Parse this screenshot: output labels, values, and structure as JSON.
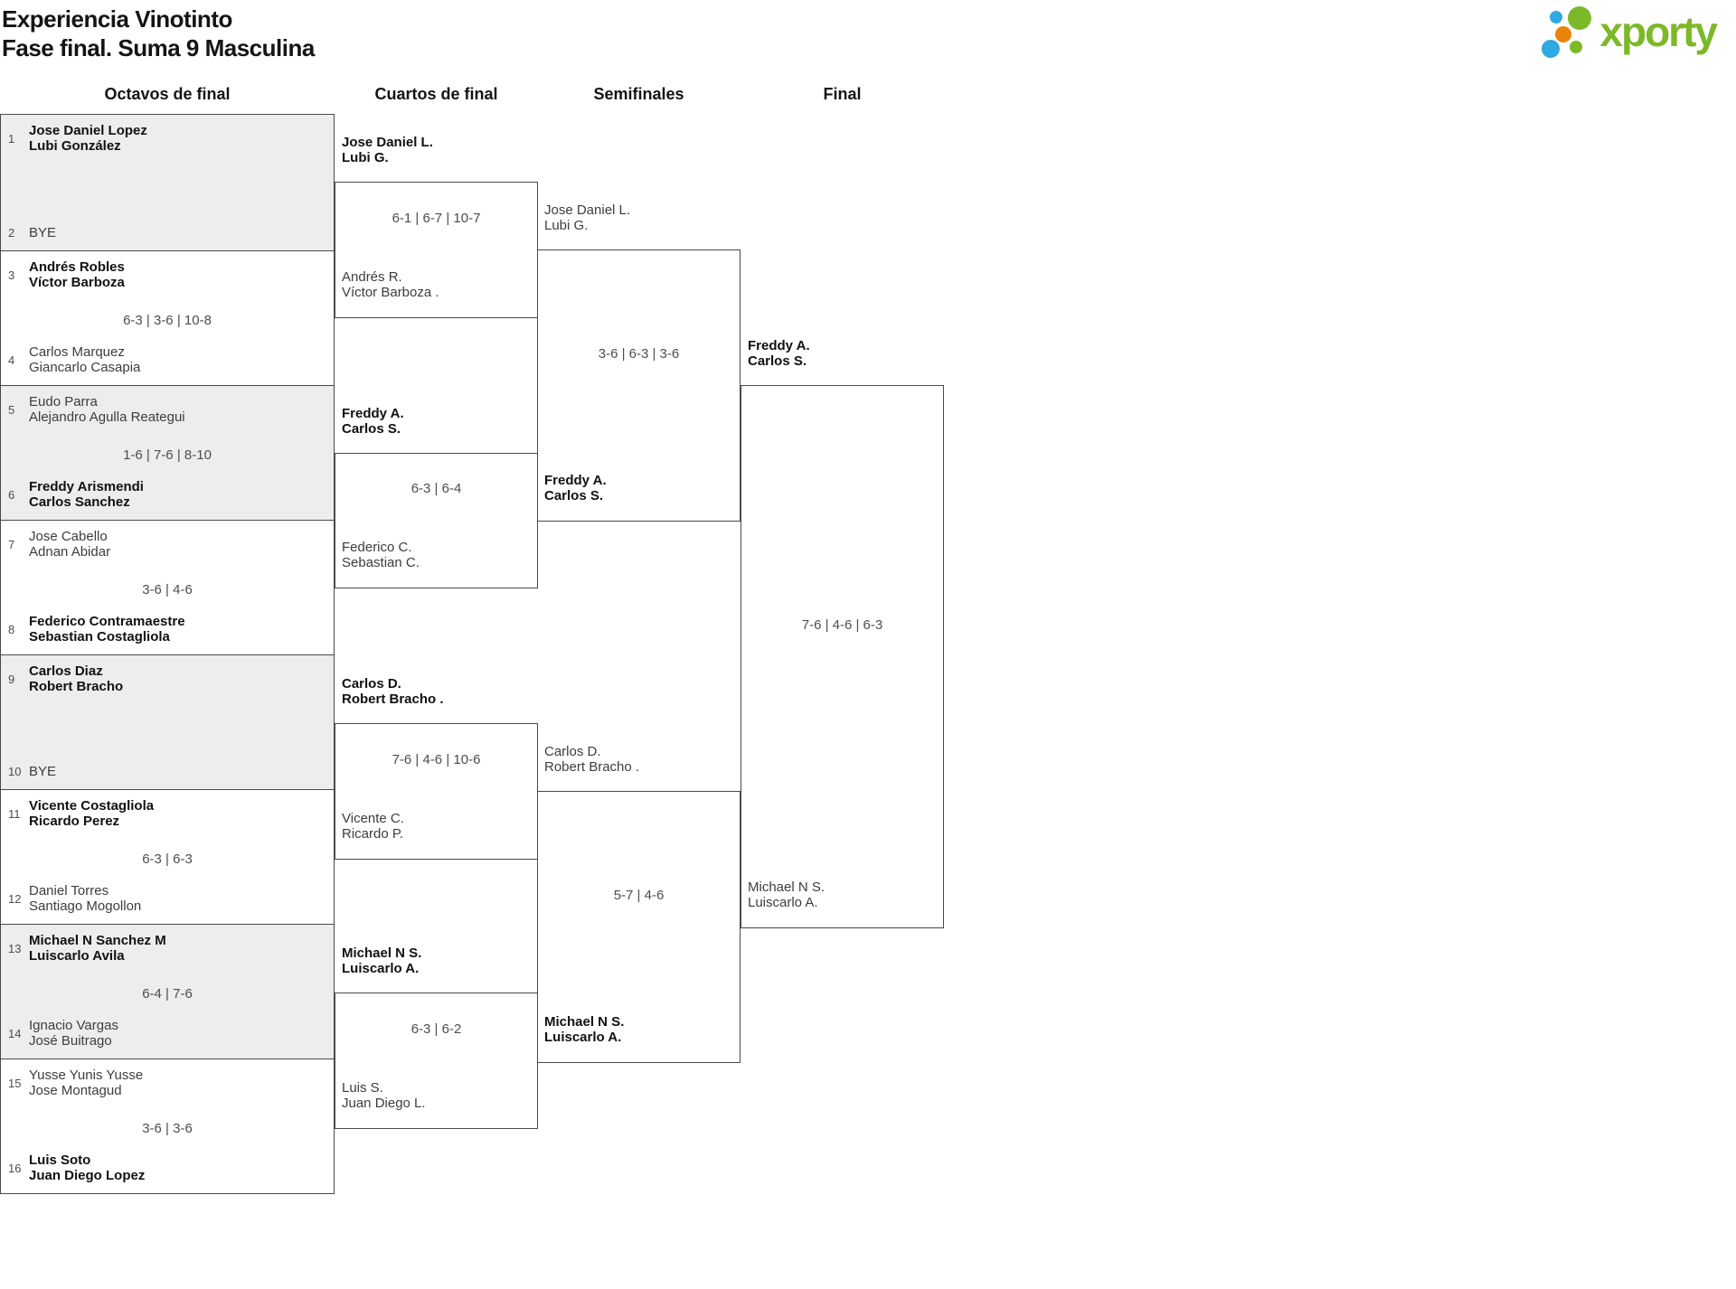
{
  "page": {
    "title_line1": "Experiencia Vinotinto",
    "title_line2": "Fase final. Suma 9 Masculina"
  },
  "logo": {
    "text": "xporty",
    "green": "#7cb929",
    "blue": "#2fa9e1",
    "orange": "#e8830c"
  },
  "columns": {
    "r16": "Octavos de final",
    "qf": "Cuartos de final",
    "sf": "Semifinales",
    "f": "Final"
  },
  "r16": [
    {
      "seed_top": "1",
      "top": [
        "Jose Daniel Lopez",
        "Lubi González"
      ],
      "top_winner": true,
      "score": "",
      "seed_bottom": "2",
      "bottom": [
        "BYE",
        ""
      ],
      "bottom_winner": false
    },
    {
      "seed_top": "3",
      "top": [
        "Andrés Robles",
        "Víctor Barboza"
      ],
      "top_winner": true,
      "score": "6-3 | 3-6 | 10-8",
      "seed_bottom": "4",
      "bottom": [
        "Carlos Marquez",
        "Giancarlo Casapia"
      ],
      "bottom_winner": false
    },
    {
      "seed_top": "5",
      "top": [
        "Eudo Parra",
        "Alejandro Agulla Reategui"
      ],
      "top_winner": false,
      "score": "1-6 | 7-6 | 8-10",
      "seed_bottom": "6",
      "bottom": [
        "Freddy Arismendi",
        "Carlos Sanchez"
      ],
      "bottom_winner": true
    },
    {
      "seed_top": "7",
      "top": [
        "Jose Cabello",
        "Adnan Abidar"
      ],
      "top_winner": false,
      "score": "3-6 | 4-6",
      "seed_bottom": "8",
      "bottom": [
        "Federico Contramaestre",
        "Sebastian Costagliola"
      ],
      "bottom_winner": true
    },
    {
      "seed_top": "9",
      "top": [
        "Carlos Diaz",
        "Robert Bracho"
      ],
      "top_winner": true,
      "score": "",
      "seed_bottom": "10",
      "bottom": [
        "BYE",
        ""
      ],
      "bottom_winner": false
    },
    {
      "seed_top": "11",
      "top": [
        "Vicente Costagliola",
        "Ricardo Perez"
      ],
      "top_winner": true,
      "score": "6-3 | 6-3",
      "seed_bottom": "12",
      "bottom": [
        "Daniel Torres",
        "Santiago Mogollon"
      ],
      "bottom_winner": false
    },
    {
      "seed_top": "13",
      "top": [
        "Michael N Sanchez M",
        "Luiscarlo Avila"
      ],
      "top_winner": true,
      "score": "6-4 | 7-6",
      "seed_bottom": "14",
      "bottom": [
        "Ignacio Vargas",
        "José Buitrago"
      ],
      "bottom_winner": false
    },
    {
      "seed_top": "15",
      "top": [
        "Yusse Yunis Yusse",
        "Jose Montagud"
      ],
      "top_winner": false,
      "score": "3-6 | 3-6",
      "seed_bottom": "16",
      "bottom": [
        "Luis Soto",
        "Juan Diego Lopez"
      ],
      "bottom_winner": true
    }
  ],
  "qf": [
    {
      "top": [
        "Jose Daniel L.",
        "Lubi G."
      ],
      "top_winner": true,
      "score": "6-1 | 6-7 | 10-7",
      "bottom": [
        "Andrés R.",
        "Víctor Barboza ."
      ],
      "bottom_winner": false
    },
    {
      "top": [
        "Freddy A.",
        "Carlos S."
      ],
      "top_winner": true,
      "score": "6-3 | 6-4",
      "bottom": [
        "Federico C.",
        "Sebastian C."
      ],
      "bottom_winner": false
    },
    {
      "top": [
        "Carlos D.",
        "Robert Bracho ."
      ],
      "top_winner": true,
      "score": "7-6 | 4-6 | 10-6",
      "bottom": [
        "Vicente C.",
        "Ricardo P."
      ],
      "bottom_winner": false
    },
    {
      "top": [
        "Michael N S.",
        "Luiscarlo A."
      ],
      "top_winner": true,
      "score": "6-3 | 6-2",
      "bottom": [
        "Luis S.",
        "Juan Diego L."
      ],
      "bottom_winner": false
    }
  ],
  "sf": [
    {
      "top": [
        "Jose Daniel L.",
        "Lubi G."
      ],
      "top_winner": false,
      "score": "3-6 | 6-3 | 3-6",
      "bottom": [
        "Freddy A.",
        "Carlos S."
      ],
      "bottom_winner": true
    },
    {
      "top": [
        "Carlos D.",
        "Robert Bracho ."
      ],
      "top_winner": false,
      "score": "5-7 | 4-6",
      "bottom": [
        "Michael N S.",
        "Luiscarlo A."
      ],
      "bottom_winner": true
    }
  ],
  "f": {
    "top": [
      "Freddy A.",
      "Carlos S."
    ],
    "top_winner": true,
    "score": "7-6 | 4-6 | 6-3",
    "bottom": [
      "Michael N S.",
      "Luiscarlo A."
    ],
    "bottom_winner": false
  }
}
